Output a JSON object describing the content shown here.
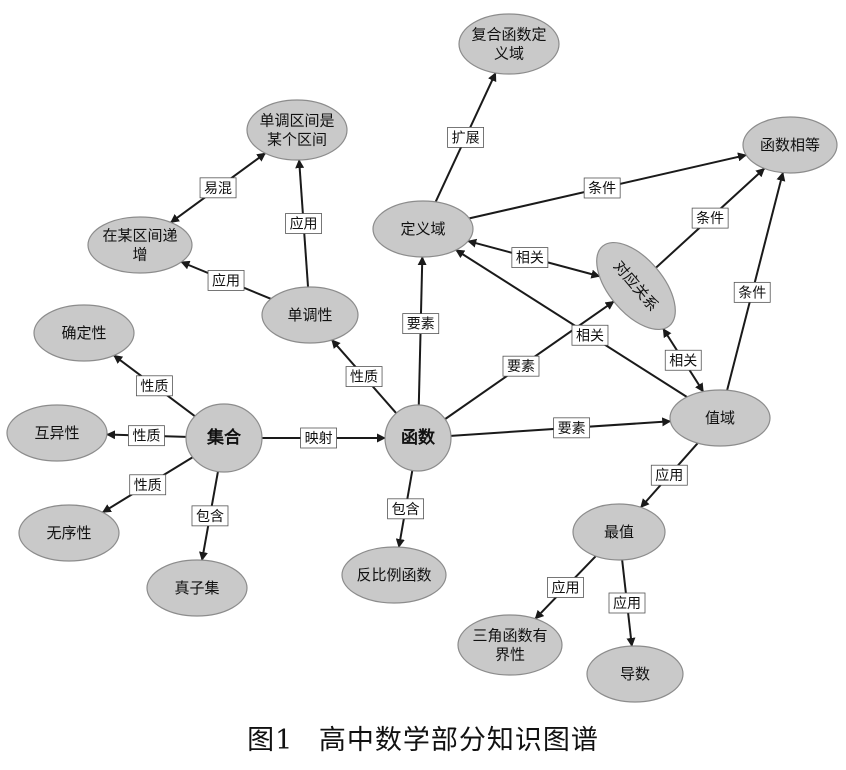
{
  "nodes": [
    {
      "id": "jihe",
      "label": "集合",
      "bold": true
    },
    {
      "id": "hanshu",
      "label": "函数",
      "bold": true
    },
    {
      "id": "quedingxing",
      "label": "确定性"
    },
    {
      "id": "huyixing",
      "label": "互异性"
    },
    {
      "id": "wuxuxing",
      "label": "无序性"
    },
    {
      "id": "zhenziji",
      "label": "真子集"
    },
    {
      "id": "dandiaoxing",
      "label": "单调性"
    },
    {
      "id": "zaimouqujian",
      "label": [
        "在某区间递",
        "增"
      ]
    },
    {
      "id": "dandiaoqujian",
      "label": [
        "单调区间是",
        "某个区间"
      ]
    },
    {
      "id": "dingyiyu",
      "label": "定义域"
    },
    {
      "id": "fuhehanshu",
      "label": [
        "复合函数定",
        "义域"
      ]
    },
    {
      "id": "hanshuxiangdeng",
      "label": "函数相等"
    },
    {
      "id": "duiyingguanxi",
      "label": "对应关系"
    },
    {
      "id": "zhiyu",
      "label": "值域"
    },
    {
      "id": "zuizhi",
      "label": "最值"
    },
    {
      "id": "fanbili",
      "label": "反比例函数"
    },
    {
      "id": "sanjiao",
      "label": [
        "三角函数有",
        "界性"
      ]
    },
    {
      "id": "daoshu",
      "label": "导数"
    }
  ],
  "edges": [
    {
      "from": "jihe",
      "to": "quedingxing",
      "label": "性质"
    },
    {
      "from": "jihe",
      "to": "huyixing",
      "label": "性质"
    },
    {
      "from": "jihe",
      "to": "wuxuxing",
      "label": "性质"
    },
    {
      "from": "jihe",
      "to": "zhenziji",
      "label": "包含"
    },
    {
      "from": "jihe",
      "to": "hanshu",
      "label": "映射"
    },
    {
      "from": "hanshu",
      "to": "dandiaoxing",
      "label": "性质"
    },
    {
      "from": "dandiaoxing",
      "to": "zaimouqujian",
      "label": "应用"
    },
    {
      "from": "dandiaoxing",
      "to": "dandiaoqujian",
      "label": "应用"
    },
    {
      "from": "zaimouqujian",
      "to": "dandiaoqujian",
      "label": "易混",
      "bidirectional": true
    },
    {
      "from": "hanshu",
      "to": "dingyiyu",
      "label": "要素"
    },
    {
      "from": "hanshu",
      "to": "duiyingguanxi",
      "label": "要素"
    },
    {
      "from": "hanshu",
      "to": "zhiyu",
      "label": "要素"
    },
    {
      "from": "hanshu",
      "to": "fanbili",
      "label": "包含"
    },
    {
      "from": "dingyiyu",
      "to": "fuhehanshu",
      "label": "扩展"
    },
    {
      "from": "dingyiyu",
      "to": "hanshuxiangdeng",
      "label": "条件"
    },
    {
      "from": "dingyiyu",
      "to": "duiyingguanxi",
      "label": "相关",
      "bidirectional": true
    },
    {
      "from": "zhiyu",
      "to": "dingyiyu",
      "label": "相关"
    },
    {
      "from": "duiyingguanxi",
      "to": "hanshuxiangdeng",
      "label": "条件"
    },
    {
      "from": "duiyingguanxi",
      "to": "zhiyu",
      "label": "相关",
      "bidirectional": true
    },
    {
      "from": "zhiyu",
      "to": "hanshuxiangdeng",
      "label": "条件"
    },
    {
      "from": "zhiyu",
      "to": "zuizhi",
      "label": "应用"
    },
    {
      "from": "zuizhi",
      "to": "sanjiao",
      "label": "应用"
    },
    {
      "from": "zuizhi",
      "to": "daoshu",
      "label": "应用"
    }
  ],
  "caption": "图1 高中数学部分知识图谱"
}
